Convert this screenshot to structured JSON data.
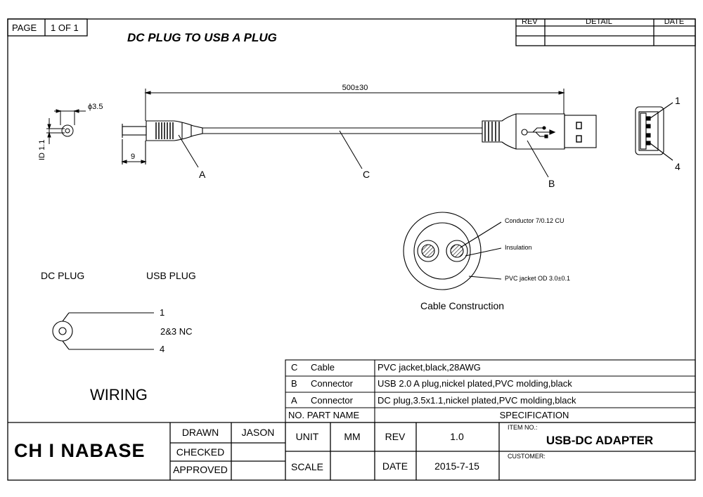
{
  "page": {
    "label": "PAGE",
    "value": "1 OF 1"
  },
  "title": "DC PLUG TO USB A PLUG",
  "revision_table": {
    "headers": [
      "REV",
      "DETAIL",
      "DATE"
    ]
  },
  "dimensions": {
    "length": "500±30",
    "diameter": "ϕ3.5",
    "id": "ID 1.1",
    "plug_length": "9"
  },
  "callouts": {
    "a": "A",
    "b": "B",
    "c": "C"
  },
  "usb_pins": {
    "pin1": "1",
    "pin4": "4"
  },
  "cable_construction": {
    "conductor": "Conductor 7/0.12 CU",
    "insulation": "Insulation",
    "jacket": "PVC jacket OD 3.0±0.1",
    "caption": "Cable Construction"
  },
  "wiring": {
    "dc_plug": "DC PLUG",
    "usb_plug": "USB PLUG",
    "pin1": "1",
    "nc": "2&3 NC",
    "pin4": "4",
    "title": "WIRING"
  },
  "bom": {
    "rows": [
      {
        "no": "C",
        "part": "Cable",
        "spec": "PVC jacket,black,28AWG"
      },
      {
        "no": "B",
        "part": "Connector",
        "spec": "USB 2.0 A plug,nickel plated,PVC molding,black"
      },
      {
        "no": "A",
        "part": "Connector",
        "spec": "DC plug,3.5x1.1,nickel plated,PVC molding,black"
      }
    ],
    "header": {
      "no_part": "NO.  PART NAME",
      "spec": "SPECIFICATION"
    }
  },
  "title_block": {
    "company": "CH I NABASE",
    "drawn_label": "DRAWN",
    "drawn_value": "JASON",
    "checked_label": "CHECKED",
    "approved_label": "APPROVED",
    "unit_label": "UNIT",
    "unit_value": "MM",
    "scale_label": "SCALE",
    "rev_label": "REV",
    "rev_value": "1.0",
    "date_label": "DATE",
    "date_value": "2015-7-15",
    "item_no_label": "ITEM NO.:",
    "item_no_value": "USB-DC ADAPTER",
    "customer_label": "CUSTOMER:"
  }
}
